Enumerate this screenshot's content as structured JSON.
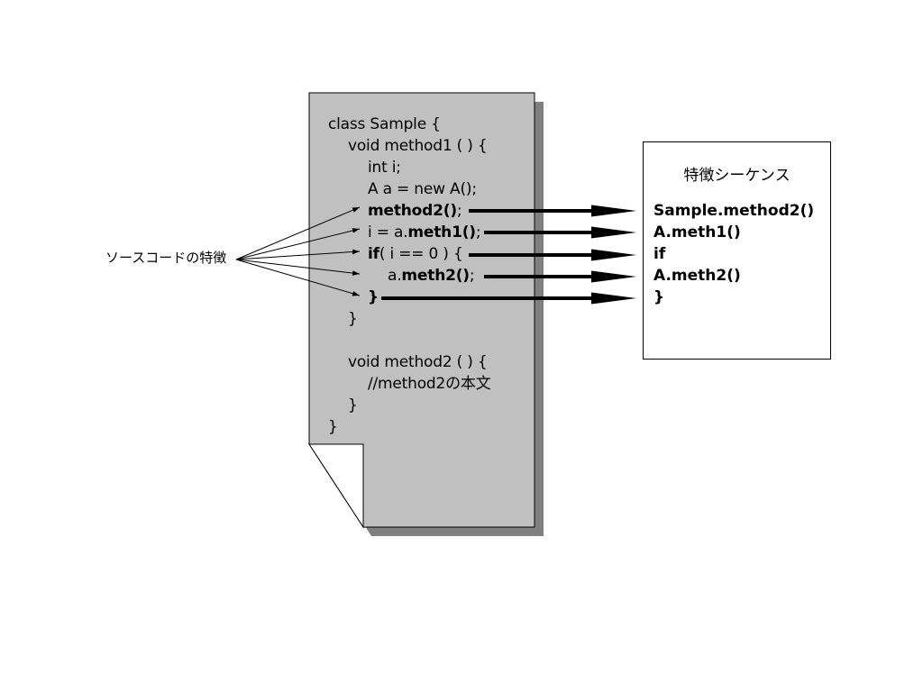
{
  "source_code": {
    "line1": "class Sample {",
    "line2": "void method1 ( ) {",
    "line3": "int i;",
    "line4": "A a = new A();",
    "line5_bold": "method2()",
    "line5_rest": ";",
    "line6_pre": "i = a.",
    "line6_bold": "meth1()",
    "line6_post": ";",
    "line7_bold": "if",
    "line7_rest": "( i == 0 ) {",
    "line8_pre": "a.",
    "line8_bold": "meth2()",
    "line8_post": ";",
    "line9_bold": "}",
    "line10": "}",
    "line11": "void method2 ( ) {",
    "line12": "//method2の本文",
    "line13": "}",
    "line14": "}"
  },
  "feature_sequence": {
    "title": "特徴シーケンス",
    "items": [
      "Sample.method2()",
      "A.meth1()",
      "if",
      "A.meth2()",
      "}"
    ]
  },
  "source_features_label": "ソースコードの特徴",
  "colors": {
    "document_fill": "#c0c0c0",
    "document_shadow": "#808080",
    "arrow": "#000000",
    "box_fill": "#ffffff"
  }
}
